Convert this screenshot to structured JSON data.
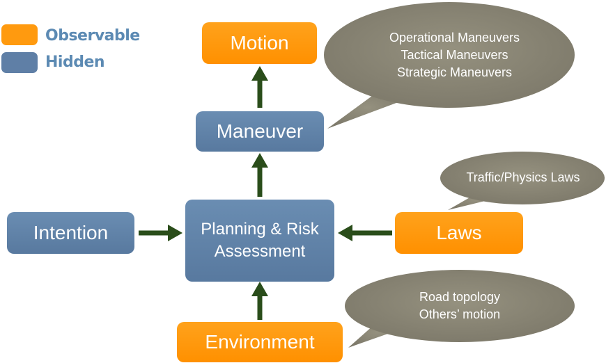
{
  "legend": {
    "observable": {
      "label": "Observable",
      "color": "#ff9a0f"
    },
    "hidden": {
      "label": "Hidden",
      "color": "#5f7fa6"
    }
  },
  "nodes": {
    "motion": "Motion",
    "maneuver": "Maneuver",
    "intention": "Intention",
    "planning_line1": "Planning & Risk",
    "planning_line2": "Assessment",
    "laws": "Laws",
    "environment": "Environment"
  },
  "bubbles": {
    "maneuver_types": [
      "Operational Maneuvers",
      "Tactical Maneuvers",
      "Strategic Maneuvers"
    ],
    "laws_detail": "Traffic/Physics Laws",
    "environment_detail": [
      "Road topology",
      "Others’  motion"
    ]
  },
  "colors": {
    "observable": "#ff9a0f",
    "hidden": "#5f7fa6",
    "arrow": "#2a4d1a",
    "bubble": "#8a8676"
  }
}
